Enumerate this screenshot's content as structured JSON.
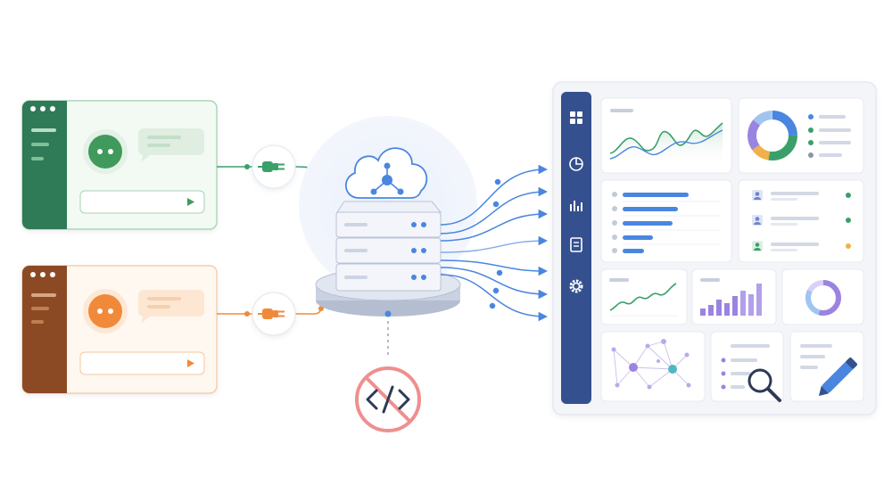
{
  "colors": {
    "green": "#2f7a57",
    "green_light": "#eef7ef",
    "orange": "#f08a3a",
    "orange_dark": "#8c4a24",
    "orange_light": "#fff4ea",
    "blue": "#4a86e0",
    "navy": "#34508e",
    "purple": "#9b84e0",
    "red_no": "#ef8f8f",
    "panel_border": "#e3e6ee"
  },
  "left_apps": [
    {
      "id": "green-app",
      "theme": "green",
      "icon": "chat-bot-face-icon"
    },
    {
      "id": "orange-app",
      "theme": "orange",
      "icon": "chat-bot-face-icon"
    }
  ],
  "connectors": [
    {
      "icon": "plug-icon",
      "theme": "green"
    },
    {
      "icon": "plug-icon",
      "theme": "orange"
    }
  ],
  "server": {
    "cloud_icon": "cloud-network-icon",
    "stack_icon": "server-stack-icon",
    "no_code_icon": "no-code-icon"
  },
  "dashboard": {
    "sidebar_icons": [
      "grid-icon",
      "pie-chart-icon",
      "bar-chart-icon",
      "document-icon",
      "gear-icon"
    ],
    "widgets": [
      {
        "name": "line-chart-widget",
        "icon": "line-chart-icon"
      },
      {
        "name": "donut-legend-widget",
        "icon": "donut-chart-icon"
      },
      {
        "name": "bar-list-widget",
        "icon": "horizontal-bar-icon"
      },
      {
        "name": "user-list-widget",
        "icon": "user-icon"
      },
      {
        "name": "sparkline-widget",
        "icon": "sparkline-icon"
      },
      {
        "name": "column-chart-widget",
        "icon": "column-chart-icon"
      },
      {
        "name": "ring-widget",
        "icon": "ring-chart-icon"
      },
      {
        "name": "network-graph-widget",
        "icon": "network-graph-icon"
      },
      {
        "name": "search-list-widget",
        "icon": "magnifier-icon"
      },
      {
        "name": "edit-widget",
        "icon": "pencil-icon"
      }
    ]
  }
}
